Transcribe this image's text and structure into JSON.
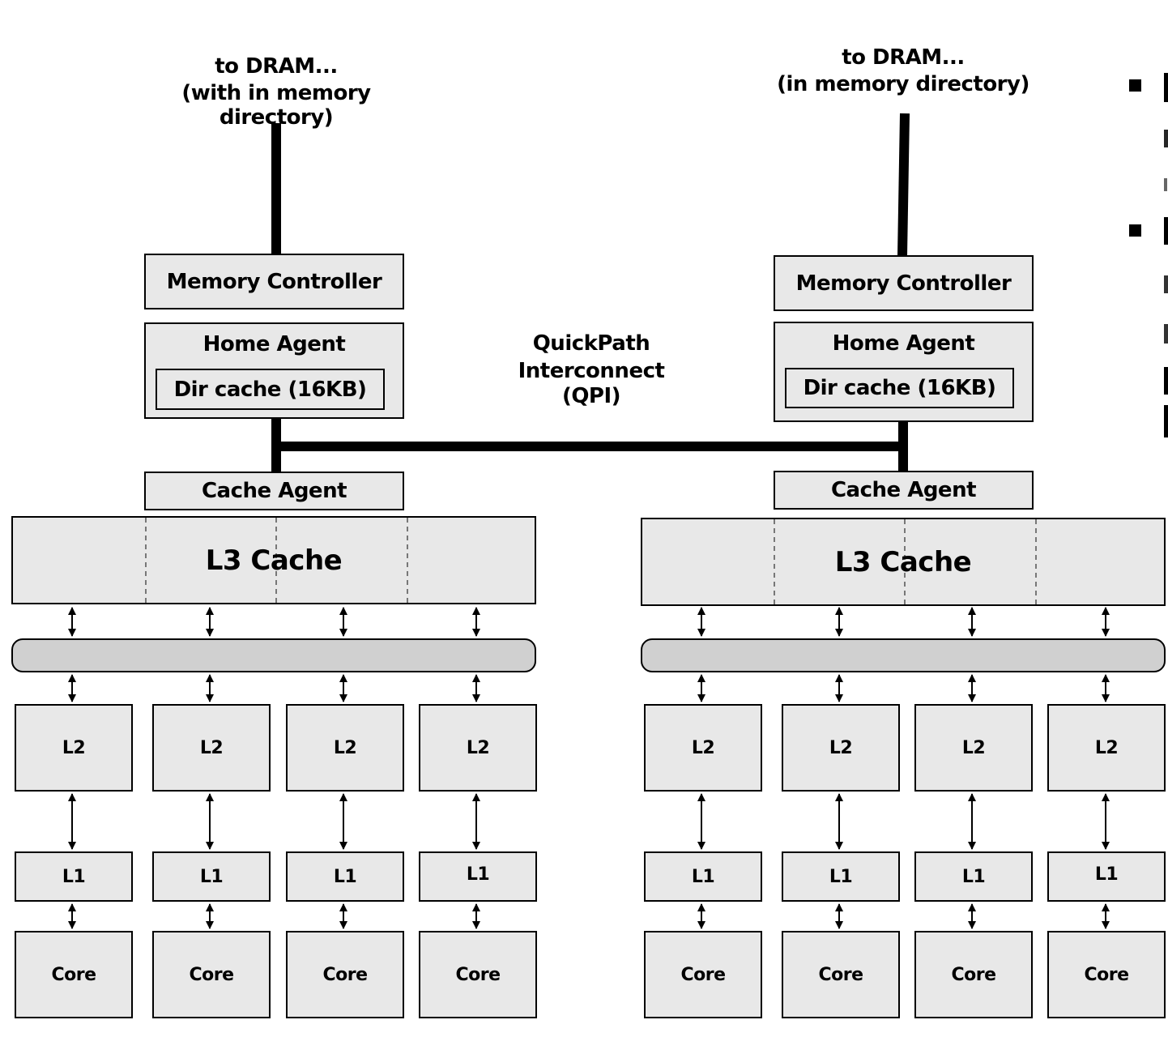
{
  "left": {
    "dram": [
      "to DRAM...",
      "(with in memory",
      "directory)"
    ],
    "memory_controller": "Memory Controller",
    "home_agent": "Home Agent",
    "dir_cache": "Dir cache (16KB)",
    "cache_agent": "Cache Agent",
    "l3": "L3 Cache",
    "cores": [
      {
        "l2": "L2",
        "l1": "L1",
        "core": "Core"
      },
      {
        "l2": "L2",
        "l1": "L1",
        "core": "Core"
      },
      {
        "l2": "L2",
        "l1": "L1",
        "core": "Core"
      },
      {
        "l2": "L2",
        "l1": "L1",
        "core": "Core"
      }
    ]
  },
  "right": {
    "dram": [
      "to DRAM...",
      "(in memory directory)"
    ],
    "memory_controller": "Memory Controller",
    "home_agent": "Home Agent",
    "dir_cache": "Dir cache (16KB)",
    "cache_agent": "Cache Agent",
    "l3": "L3 Cache",
    "cores": [
      {
        "l2": "L2",
        "l1": "L1",
        "core": "Core"
      },
      {
        "l2": "L2",
        "l1": "L1",
        "core": "Core"
      },
      {
        "l2": "L2",
        "l1": "L1",
        "core": "Core"
      },
      {
        "l2": "L2",
        "l1": "L1",
        "core": "Core"
      }
    ]
  },
  "interconnect": [
    "QuickPath",
    "Interconnect",
    "(QPI)"
  ]
}
